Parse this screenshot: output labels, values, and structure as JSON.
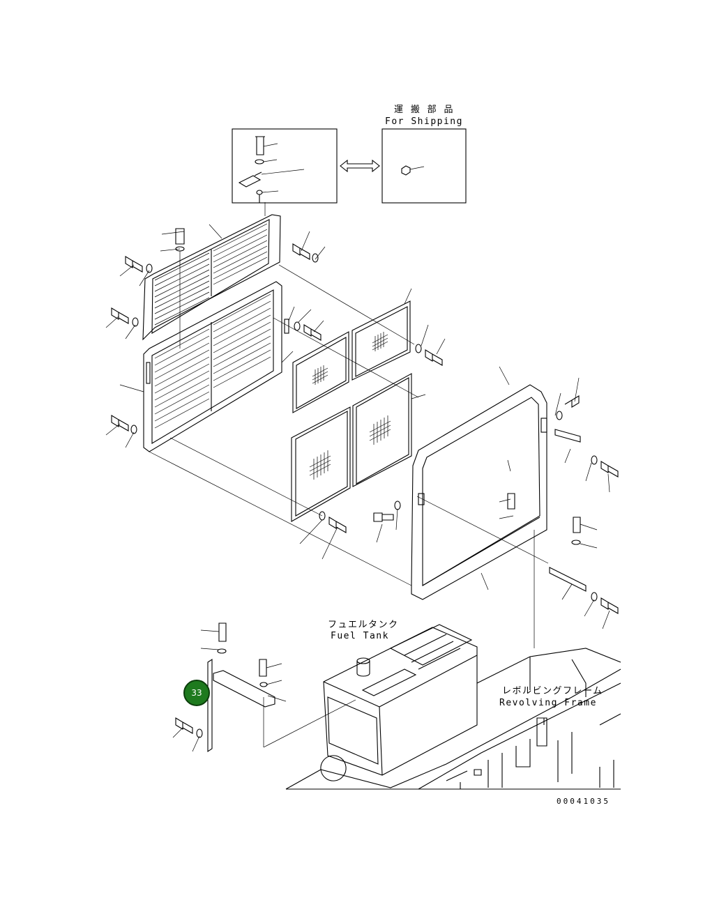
{
  "labels": {
    "shipping_jp": "運 搬 部 品",
    "shipping_en": "For Shipping",
    "fuel_tank_jp": "フュエルタンク",
    "fuel_tank_en": "Fuel Tank",
    "revolving_frame_jp": "レボルビングフレーム",
    "revolving_frame_en": "Revolving Frame",
    "drawing_number": "00041035"
  },
  "callouts": [
    {
      "number": "33",
      "color": "#1e7a1e"
    }
  ],
  "icons": {
    "shipping_arrow": "double-arrow-icon"
  }
}
